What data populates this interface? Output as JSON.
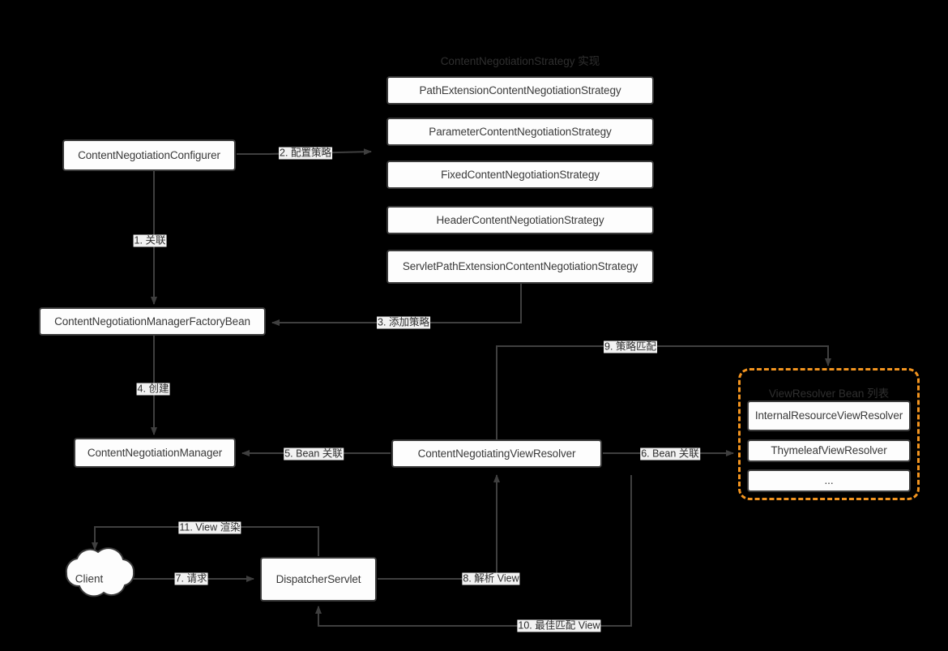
{
  "diagram": {
    "title_strategy_group": "ContentNegotiationStrategy 实现",
    "title_viewresolver_group": "ViewResolver Bean 列表",
    "colors": {
      "background": "#000000",
      "node_fill": "#fdfdfd",
      "node_border": "#3a3a3a",
      "edge": "#3f3f3f",
      "accent_dashed": "#f2941f",
      "label_bg": "#f2f2f2",
      "group_title": "#2f2f2f"
    },
    "nodes": {
      "configurer": "ContentNegotiationConfigurer",
      "factory_bean": "ContentNegotiationManagerFactoryBean",
      "manager": "ContentNegotiationManager",
      "view_resolver": "ContentNegotiatingViewResolver",
      "dispatcher": "DispatcherServlet",
      "client": "Client"
    },
    "strategies": [
      "PathExtensionContentNegotiationStrategy",
      "ParameterContentNegotiationStrategy",
      "FixedContentNegotiationStrategy",
      "HeaderContentNegotiationStrategy",
      "ServletPathExtensionContentNegotiationStrategy"
    ],
    "view_resolvers": [
      "InternalResourceViewResolver",
      "ThymeleafViewResolver",
      "..."
    ],
    "edges": [
      {
        "id": "e1",
        "label": "1. 关联"
      },
      {
        "id": "e2",
        "label": "2. 配置策略"
      },
      {
        "id": "e3",
        "label": "3. 添加策略"
      },
      {
        "id": "e4",
        "label": "4. 创建"
      },
      {
        "id": "e5",
        "label": "5. Bean 关联"
      },
      {
        "id": "e6",
        "label": "6. Bean 关联"
      },
      {
        "id": "e7",
        "label": "7. 请求"
      },
      {
        "id": "e8",
        "label": "8. 解析 View"
      },
      {
        "id": "e9",
        "label": "9. 策略匹配"
      },
      {
        "id": "e10",
        "label": "10. 最佳匹配 View"
      },
      {
        "id": "e11",
        "label": "11. View 渲染"
      }
    ]
  }
}
